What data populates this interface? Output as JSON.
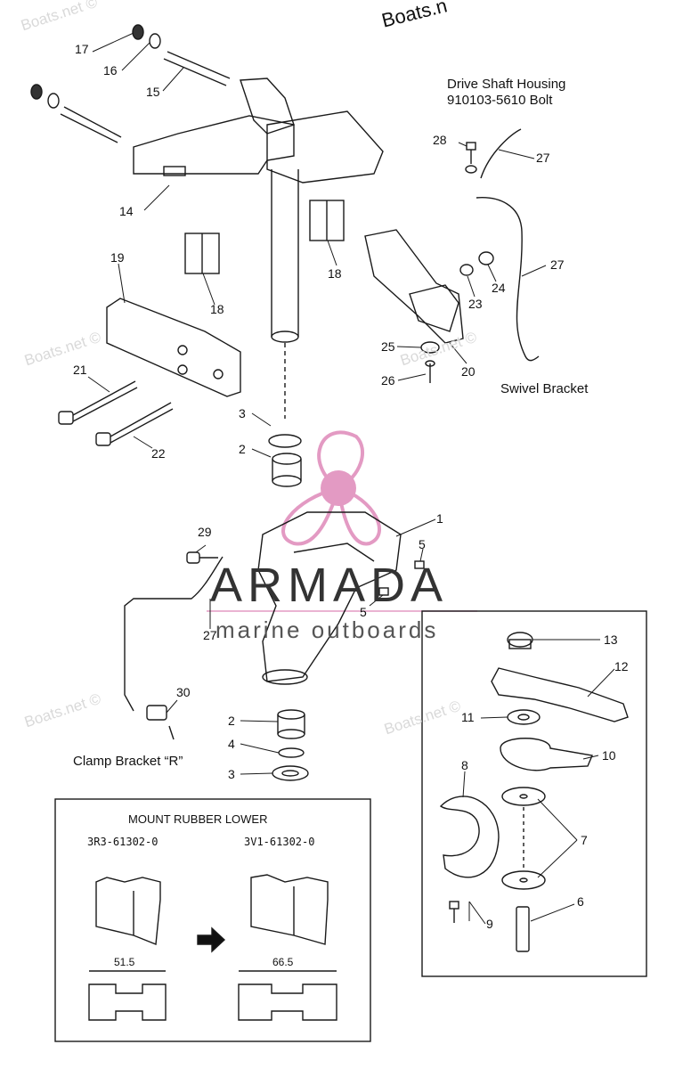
{
  "site": {
    "name": "Boats.net",
    "name_short": "Boats.n",
    "watermark": "Boats.net ©"
  },
  "brand": {
    "name": "ARMADA",
    "tagline": "marine outboards",
    "accent": "#e39ac3"
  },
  "captions": {
    "drive_shaft_title": "Drive Shaft Housing",
    "drive_shaft_bolt": "910103-5610 Bolt",
    "swivel_bracket": "Swivel Bracket",
    "clamp_bracket": "Clamp Bracket “R”"
  },
  "parts": {
    "p1": "1",
    "p2": "2",
    "p3": "3",
    "p4": "4",
    "p5": "5",
    "p6": "6",
    "p7": "7",
    "p8": "8",
    "p9": "9",
    "p10": "10",
    "p11": "11",
    "p12": "12",
    "p13": "13",
    "p14": "14",
    "p15": "15",
    "p16": "16",
    "p17": "17",
    "p18": "18",
    "p19": "19",
    "p20": "20",
    "p21": "21",
    "p22": "22",
    "p23": "23",
    "p24": "24",
    "p25": "25",
    "p26": "26",
    "p27": "27",
    "p28": "28",
    "p29": "29",
    "p30": "30"
  },
  "mount_box": {
    "title": "MOUNT RUBBER LOWER",
    "old_part": "3R3-61302-0",
    "new_part": "3V1-61302-0",
    "old_dim": "51.5",
    "new_dim": "66.5"
  },
  "colors": {
    "line": "#1a1a1a",
    "watermark": "#d9d9d9",
    "logo": "#e39ac3"
  }
}
